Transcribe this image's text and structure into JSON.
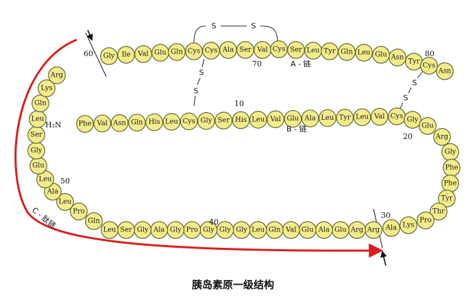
{
  "caption": "胰岛素原一级结构",
  "labels": {
    "a_chain": "A - 链",
    "b_chain": "B - 链",
    "c_peptide": "C - 肽链",
    "n_terminus": "H₂N",
    "sulfur": "S"
  },
  "numbers": {
    "n10": "10",
    "n20": "20",
    "n30": "30",
    "n40": "40",
    "n50": "50",
    "n60": "60",
    "n70": "70",
    "n80": "80"
  },
  "a_chain_residues": [
    "Gly",
    "Ile",
    "Val",
    "Glu",
    "Gln",
    "Cys",
    "Cys",
    "Ala",
    "Ser",
    "Val",
    "Cys",
    "Ser",
    "Leu",
    "Tyr",
    "Gln",
    "Leu",
    "Glu",
    "Asn",
    "Tyr",
    "Cys",
    "Asn"
  ],
  "b_chain_residues": [
    "Phe",
    "Val",
    "Asn",
    "Gln",
    "His",
    "Leu",
    "Cys",
    "Gly",
    "Ser",
    "His",
    "Leu",
    "Val",
    "Glu",
    "Ala",
    "Leu",
    "Tyr",
    "Leu",
    "Val",
    "Cys",
    "Gly",
    "Glu",
    "Arg",
    "Gly",
    "Phe",
    "Phe",
    "Tyr",
    "Thr",
    "Pro",
    "Lys",
    "Ala"
  ],
  "c_peptide_residues": [
    "Arg",
    "Arg",
    "Glu",
    "Ala",
    "Glu",
    "Val",
    "Gln",
    "Leu",
    "Gly",
    "Gly",
    "Gly",
    "Pro",
    "Gly",
    "Ala",
    "Gly",
    "Ser",
    "Leu",
    "Gln",
    "Pro",
    "Leu",
    "Ala",
    "Leu",
    "Glu",
    "Gly",
    "Ser",
    "Leu",
    "Gln",
    "Lys",
    "Arg"
  ],
  "colors": {
    "residue_fill": "#f2ec8c",
    "arrow": "#d81e1e"
  }
}
